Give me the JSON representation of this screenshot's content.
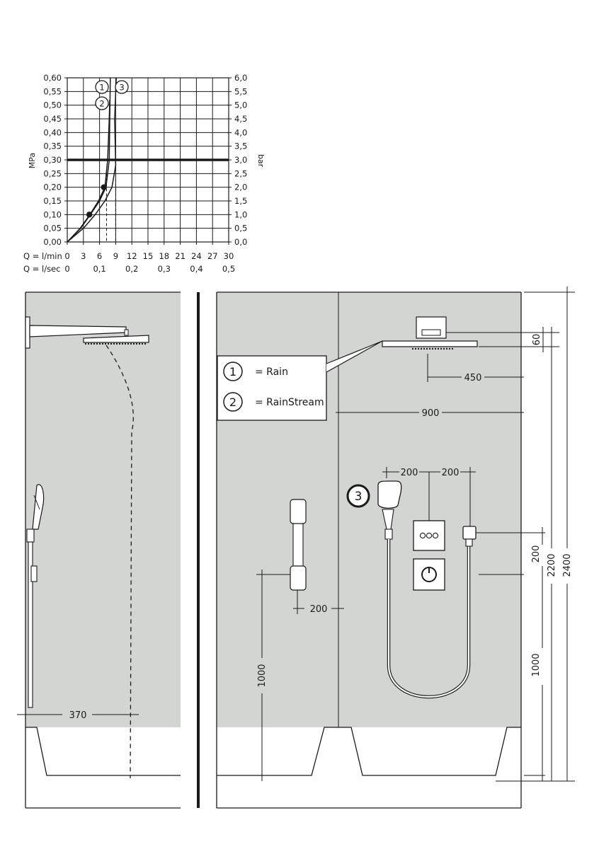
{
  "chart_data": {
    "type": "line",
    "y_left_label": "MPa",
    "y_right_label": "bar",
    "y_left_ticks": [
      "0,00",
      "0,05",
      "0,10",
      "0,15",
      "0,20",
      "0,25",
      "0,30",
      "0,35",
      "0,40",
      "0,45",
      "0,50",
      "0,55",
      "0,60"
    ],
    "y_right_ticks": [
      "0,0",
      "0,5",
      "1,0",
      "1,5",
      "2,0",
      "2,5",
      "3,0",
      "3,5",
      "4,0",
      "4,5",
      "5,0",
      "5,5",
      "6,0"
    ],
    "x_lpm_label": "Q = l/min",
    "x_lpm_ticks": [
      "0",
      "3",
      "6",
      "9",
      "12",
      "15",
      "18",
      "21",
      "24",
      "27",
      "30"
    ],
    "x_lps_label": "Q = l/sec",
    "x_lps_ticks": [
      "0",
      "0,1",
      "0,2",
      "0,3",
      "0,4",
      "0,5"
    ],
    "xlim": [
      0,
      30
    ],
    "ylim": [
      0,
      0.6
    ],
    "grid": true,
    "reference_pressure": 0.3,
    "series": [
      {
        "marker": "1",
        "x": [
          0,
          2.5,
          4.3,
          6.0,
          7.2,
          7.8,
          7.9,
          8.0
        ],
        "y": [
          0,
          0.05,
          0.1,
          0.15,
          0.2,
          0.3,
          0.45,
          0.6
        ]
      },
      {
        "marker": "2",
        "x": [
          0,
          2.4,
          4.2,
          5.8,
          7.0,
          7.5,
          7.8,
          7.9
        ],
        "y": [
          0,
          0.05,
          0.1,
          0.15,
          0.2,
          0.3,
          0.45,
          0.52
        ]
      },
      {
        "marker": "3",
        "x": [
          0,
          3.0,
          5.2,
          7.0,
          8.3,
          9.0,
          8.8,
          9.1
        ],
        "y": [
          0,
          0.05,
          0.1,
          0.15,
          0.2,
          0.28,
          0.45,
          0.6
        ]
      }
    ],
    "points": [
      {
        "x": 4.1,
        "y": 0.1
      },
      {
        "x": 6.8,
        "y": 0.2
      }
    ],
    "dashed_drop_x": [
      7.3,
      9.0
    ]
  },
  "legend": {
    "items": [
      {
        "num": "1",
        "text": "= Rain"
      },
      {
        "num": "2",
        "text": "= RainStream"
      }
    ]
  },
  "callout_3": "3",
  "dims": {
    "d370": "370",
    "d60": "60",
    "d450": "450",
    "d900": "900",
    "d200_top_a": "200",
    "d200_top_b": "200",
    "d200_rail": "200",
    "d1000_left": "1000",
    "d200_v": "200",
    "d2200": "2200",
    "d2400": "2400",
    "d1000_right": "1000"
  },
  "colors": {
    "wall": "#d3d5d3",
    "line": "#1a1a1a"
  }
}
